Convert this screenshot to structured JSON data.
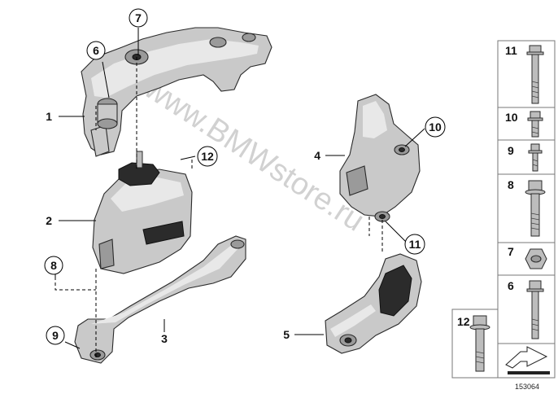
{
  "watermark": "www.BMWstore.ru",
  "diagram_number": "153064",
  "callouts": {
    "c1": "1",
    "c2": "2",
    "c3": "3",
    "c4": "4",
    "c5": "5",
    "c6": "6",
    "c7": "7",
    "c8": "8",
    "c9": "9",
    "c10": "10",
    "c11": "11",
    "c12": "12"
  },
  "sidebar": {
    "items": [
      {
        "label": "11",
        "icon": "long-bolt-icon"
      },
      {
        "label": "10",
        "icon": "short-bolt-icon"
      },
      {
        "label": "9",
        "icon": "short-bolt-icon"
      },
      {
        "label": "8",
        "icon": "flange-bolt-icon"
      },
      {
        "label": "7",
        "icon": "hex-nut-icon"
      },
      {
        "label": "6",
        "icon": "long-bolt-icon"
      }
    ],
    "extra": {
      "label": "12",
      "icon": "flange-bolt-icon"
    }
  }
}
